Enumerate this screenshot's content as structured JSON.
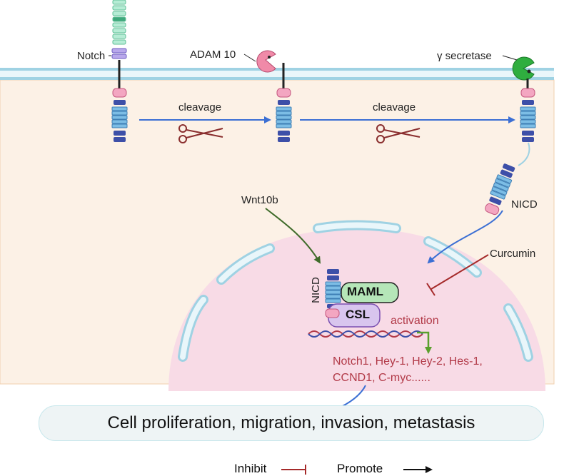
{
  "labels": {
    "notch": "Notch",
    "adam10": "ADAM 10",
    "gamma_secretase": "γ secretase",
    "cleavage_1": "cleavage",
    "cleavage_2": "cleavage",
    "wnt10b": "Wnt10b",
    "nicd_cytoplasm": "NICD",
    "nicd_nucleus": "NICD",
    "curcumin": "Curcumin",
    "maml": "MAML",
    "csl": "CSL",
    "activation": "activation",
    "genes_line1": "Notch1,   Hey-1,   Hey-2,   Hes-1,",
    "genes_line2": "CCND1,   C-myc......",
    "outcome": "Cell proliferation,  migration,  invasion,  metastasis"
  },
  "legend": {
    "inhibit": "Inhibit",
    "promote": "Promote"
  },
  "colors": {
    "membrane": "#bfe3ee",
    "cytoplasm": "#fcf1e6",
    "nucleus": "#f8dbe6",
    "nuclear_envelope": "#bfe3ee",
    "arrow_blue": "#3b6fd4",
    "arrow_green": "#3f6b2a",
    "inhibit_red": "#a52a2a",
    "activation_green": "#5aa02c",
    "protein_blue": "#6aaedc",
    "protein_pink": "#f3a6c1",
    "adam10_pink": "#f08aa8",
    "gamma_green": "#2fae3f",
    "maml_green": "#b5e6b8",
    "csl_purple": "#d8c5ee",
    "scissors_red": "#8a2e2e",
    "text_red": "#b23a48"
  },
  "icons": [
    "scissors-icon",
    "pacman-enzyme-icon",
    "dna-helix-icon",
    "receptor-icon"
  ]
}
